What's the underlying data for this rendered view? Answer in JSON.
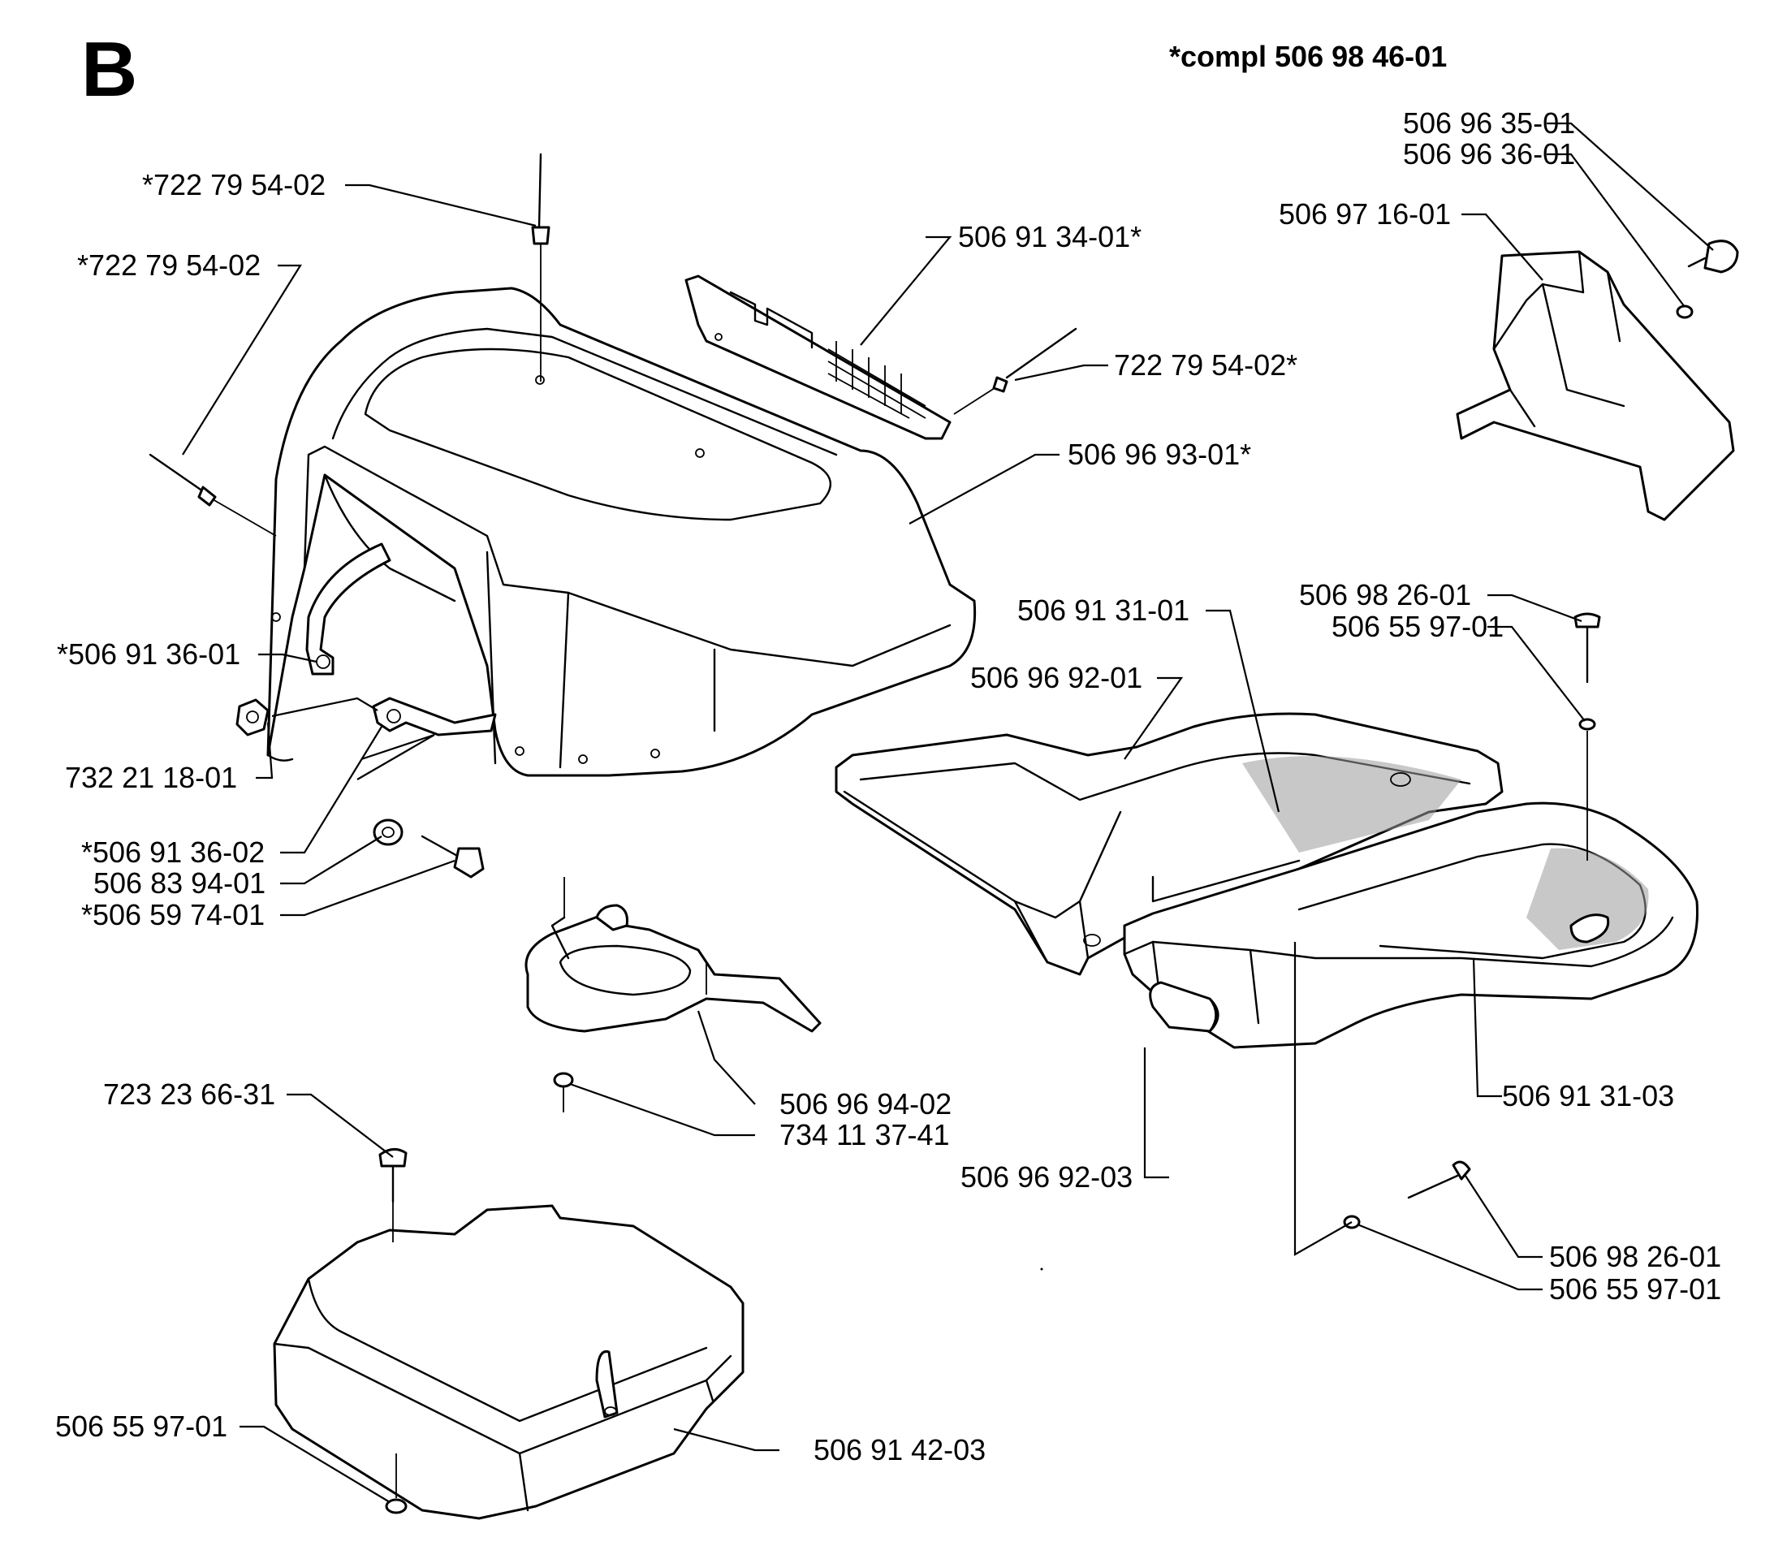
{
  "section_letter": "B",
  "kit_note": "*compl 506 98 46-01",
  "labels": {
    "rivet_top": "*722 79 54-02",
    "rivet_left": "*722 79 54-02",
    "plate": "506 91 34-01*",
    "rivet_right": "722 79 54-02*",
    "hood": "506 96 93-01*",
    "bracket_upper": "*506 91 36-01",
    "nut": "732 21 18-01",
    "bracket_lower": "*506 91 36-02",
    "washer": "506 83 94-01",
    "bolt": "*506 59 74-01",
    "knob_top": "506 96 35-01",
    "washer_top": "506 96 36-01",
    "guard": "506 97 16-01",
    "screw_right": "506 98 26-01",
    "washer_right": "506 55 97-01",
    "mat_upper": "506 91 31-01",
    "floor_upper": "506 96 92-01",
    "filler_ring": "506 96 94-02",
    "grommet": "734 11 37-41",
    "floor_lower": "506 96 92-03",
    "mat_lower": "506 91 31-03",
    "screw_bottom": "506 98 26-01",
    "washer_bottom": "506 55 97-01",
    "screw_cover": "723 23 66-31",
    "washer_cover": "506 55 97-01",
    "cover": "506 91 42-03"
  }
}
